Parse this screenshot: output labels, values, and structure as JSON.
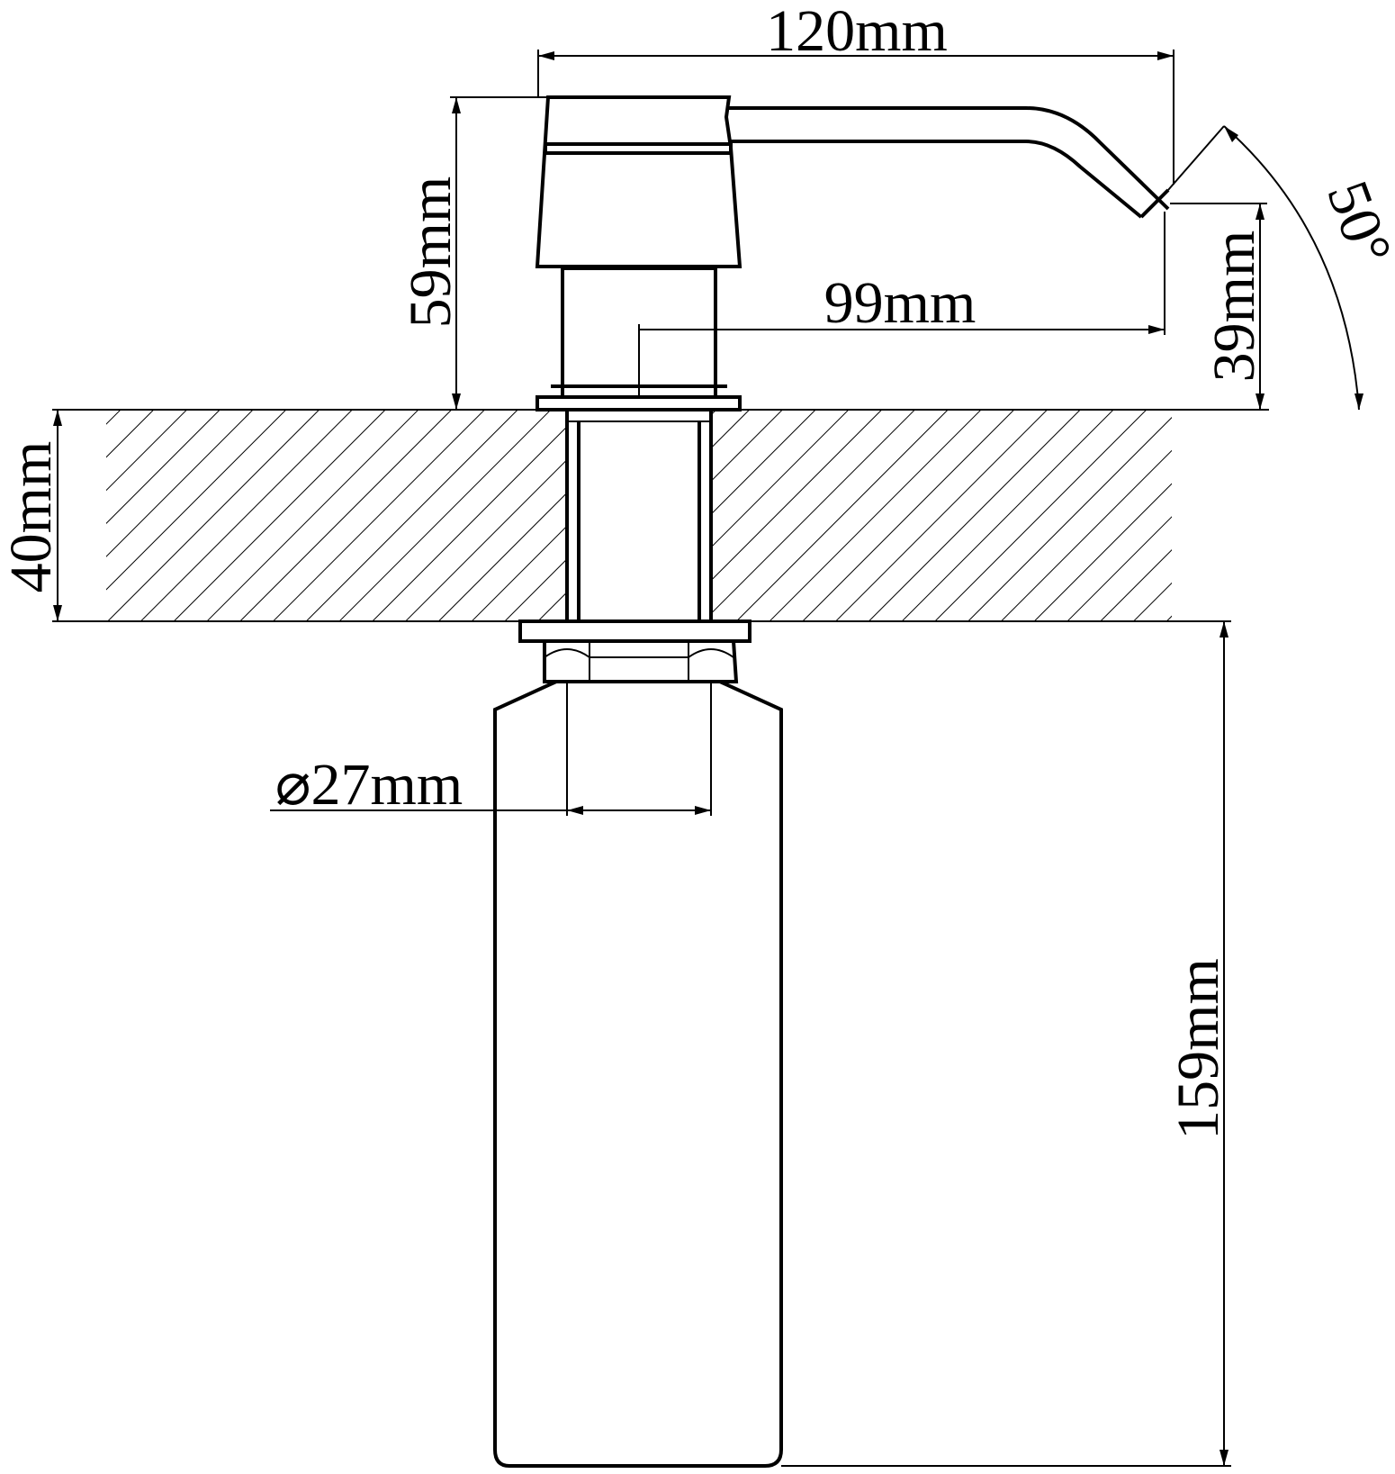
{
  "dimensions": {
    "total_reach": "120mm",
    "spout_reach": "99mm",
    "pump_head_height": "59mm",
    "spout_outlet_height": "39mm",
    "spout_angle": "50°",
    "countertop_thickness": "40mm",
    "shank_diameter": "⌀27mm",
    "bottle_length": "159mm"
  },
  "colors": {
    "line": "#000000",
    "background": "#ffffff"
  }
}
